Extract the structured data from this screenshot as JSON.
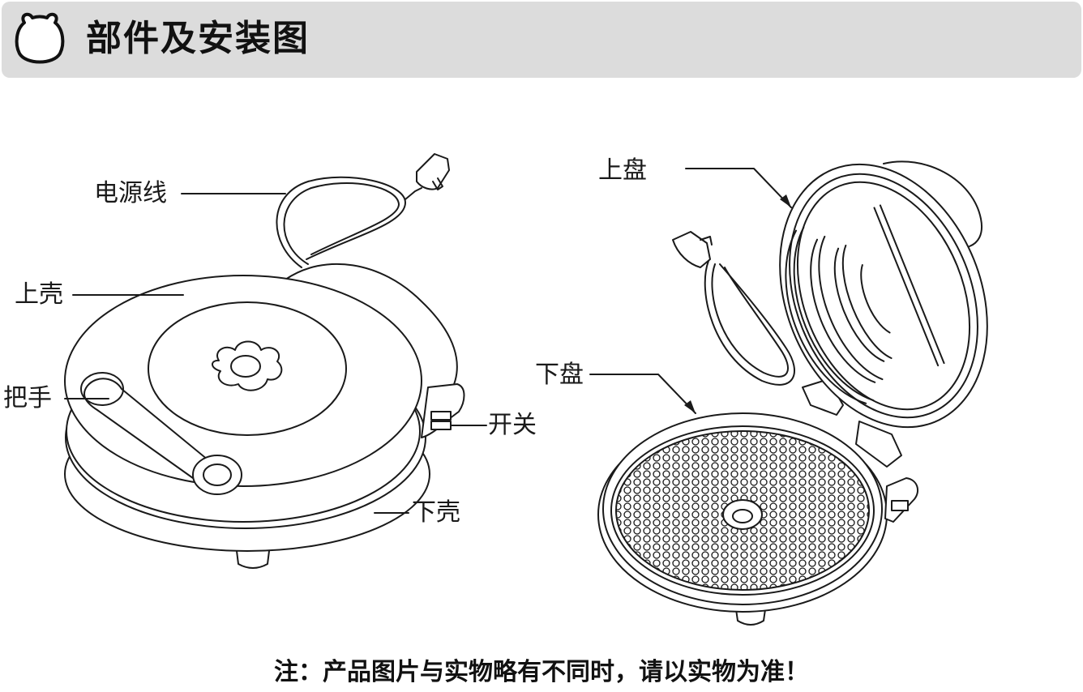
{
  "header": {
    "title": "部件及安装图",
    "icon": "bear-head-icon",
    "background": "#dcdcdc"
  },
  "labels": {
    "power_cord": "电源线",
    "upper_shell": "上壳",
    "handle": "把手",
    "switch": "开关",
    "lower_shell": "下壳",
    "upper_plate": "上盘",
    "lower_plate": "下盘"
  },
  "footer": {
    "note": "注：产品图片与实物略有不同时，请以实物为准！"
  }
}
